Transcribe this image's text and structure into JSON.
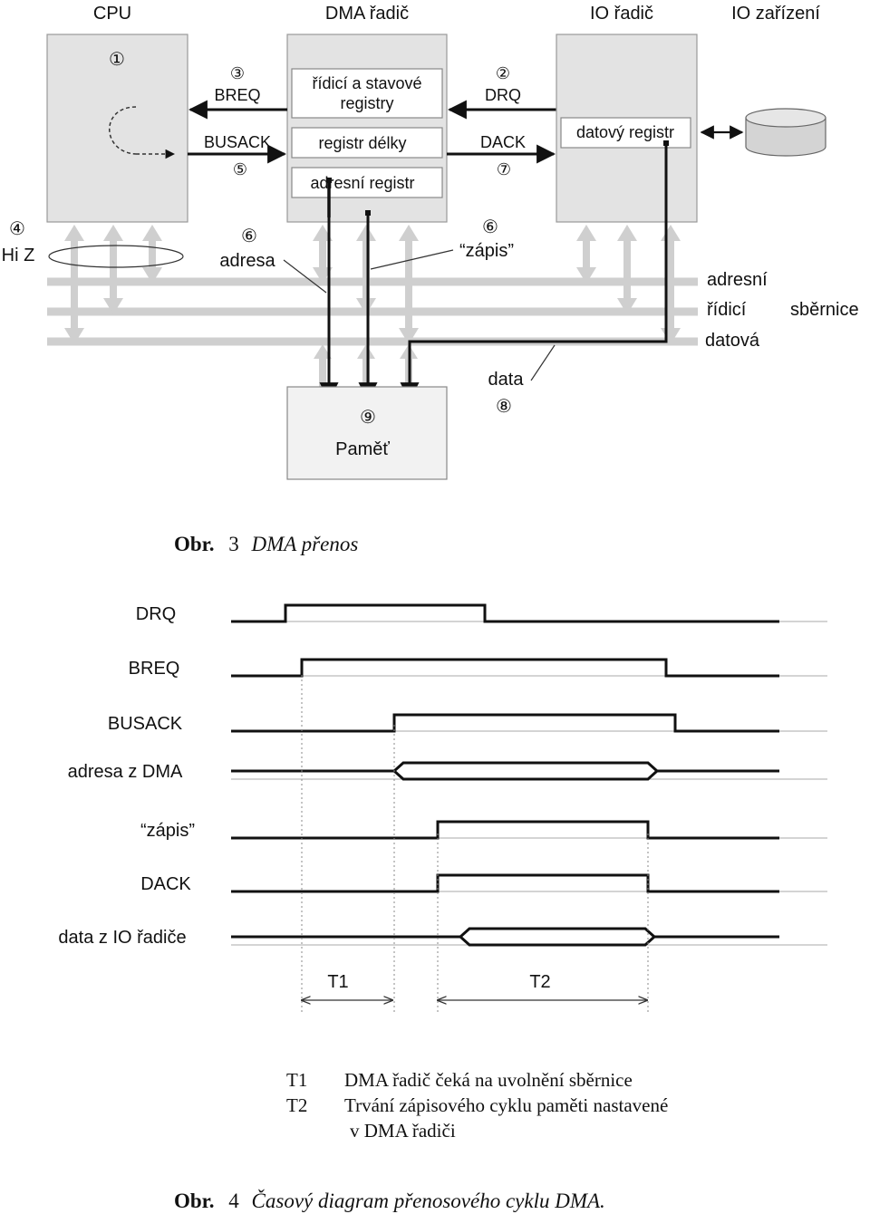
{
  "fig3": {
    "headers": {
      "cpu": "CPU",
      "dma": "DMA řadič",
      "io_ctrl": "IO řadič",
      "io_dev": "IO zařízení"
    },
    "registers": {
      "ctrl": "řídicí a stavové registry",
      "length": "registr délky",
      "address": "adresní registr",
      "data": "datový registr"
    },
    "signals": {
      "breq": "BREQ",
      "busack": "BUSACK",
      "drq": "DRQ",
      "dack": "DACK"
    },
    "steps": {
      "s1": "①",
      "s2": "②",
      "s3": "③",
      "s4": "④",
      "s5": "⑤",
      "s6a": "⑥",
      "s6b": "⑥",
      "s7": "⑦",
      "s8": "⑧",
      "s9": "⑨"
    },
    "labels": {
      "hiz": "Hi Z",
      "adresa": "adresa",
      "zapis": "“zápis”",
      "data": "data",
      "pamet": "Paměť"
    },
    "bus": {
      "adresni": "adresní",
      "ridici": "řídicí",
      "datova": "datová",
      "sbernice": "sběrnice"
    },
    "caption": {
      "obr": "Obr.",
      "num": "3",
      "text": "DMA přenos"
    }
  },
  "fig4": {
    "signals": [
      {
        "name": "DRQ",
        "type": "pulse",
        "rise": 315,
        "fall": 535
      },
      {
        "name": "BREQ",
        "type": "pulse",
        "rise": 333,
        "fall": 735
      },
      {
        "name": "BUSACK",
        "type": "pulse",
        "rise": 435,
        "fall": 745
      },
      {
        "name": "adresa z DMA",
        "type": "bus",
        "rise": 435,
        "fall": 725
      },
      {
        "name": "“zápis”",
        "type": "pulse",
        "rise": 483,
        "fall": 715
      },
      {
        "name": "DACK",
        "type": "pulse",
        "rise": 483,
        "fall": 715
      },
      {
        "name": "data z IO řadiče",
        "type": "bus",
        "rise": 508,
        "fall": 722
      }
    ],
    "intervals": {
      "t1": "T1",
      "t2": "T2"
    },
    "legend": [
      {
        "key": "T1",
        "text": "DMA řadič čeká na uvolnění sběrnice"
      },
      {
        "key": "T2",
        "text": "Trvání zápisového cyklu paměti nastavené"
      },
      {
        "key": "",
        "text": "v DMA řadiči"
      }
    ],
    "caption": {
      "obr": "Obr.",
      "num": "4",
      "text": "Časový diagram přenosového cyklu DMA."
    }
  }
}
